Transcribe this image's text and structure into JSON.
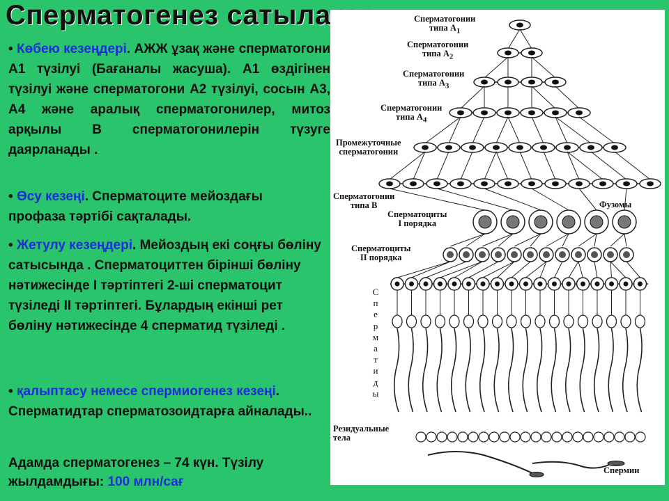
{
  "title": "Сперматогенез сатылары:",
  "para1": {
    "bullet": "•",
    "term": "Көбею кезеңдері",
    "rest": ". АЖЖ ұзақ және сперматогони А1 түзілуі (Бағаналы жасуша). А1 өздігінен түзілуі және сперматогони А2 түзілуі, сосын А3, А4 және аралық сперматогонилер, митоз арқылы В сперматогонилерін түзуге даярланады ."
  },
  "para2": {
    "bullet": "•",
    "term": "Өсу кезеңі",
    "rest": ". Сперматоците мейоздағы профаза тәртібі сақталады."
  },
  "para3": {
    "bullet": "•",
    "term": "Жетулу кезеңдері",
    "rest": ". Мейоздың екі соңғы бөліну сатысында . Сперматоциттен бірінші бөліну нәтижесінде І тәртіптегі 2-ші сперматоцит түзіледі ІІ тәртіптегі. Бұлардың екінші рет бөліну нәтижесінде 4 сперматид түзіледі ."
  },
  "para4": {
    "bullet": "•",
    "term": "қалыптасу немесе спермиогенез кезеңі",
    "rest": ". Сперматидтар сперматозоидтарға айналады.."
  },
  "footer": {
    "text": "Адамда сперматогенез – 74 күн. Түзілу жылдамдығы: ",
    "rate": "100 млн/сағ"
  },
  "diagram_labels": {
    "a1_main": "Сперматогонии",
    "a1_sub": "типа А",
    "a2_main": "Сперматогонии",
    "a2_sub": "типа А",
    "a3_main": "Сперматогонии",
    "a3_sub": "типа А",
    "a4_main": "Сперматогонии",
    "a4_sub": "типа А",
    "inter_1": "Промежуточные",
    "inter_2": "сперматогонии",
    "b_1": "Сперматогонии",
    "b_2": "типа В",
    "fusomes": "Фузомы",
    "sc1_1": "Сперматоциты",
    "sc1_2": "I порядка",
    "sc2_1": "Сперматоциты",
    "sc2_2": "II порядка",
    "spermatids": "С п е р м а т и д ы",
    "residual_1": "Резидуальные",
    "residual_2": "тела",
    "sperm": "Спермии"
  },
  "colors": {
    "background": "#29c46b",
    "term": "#1a2fd6",
    "text": "#111111",
    "diagram_bg": "#ffffff"
  }
}
